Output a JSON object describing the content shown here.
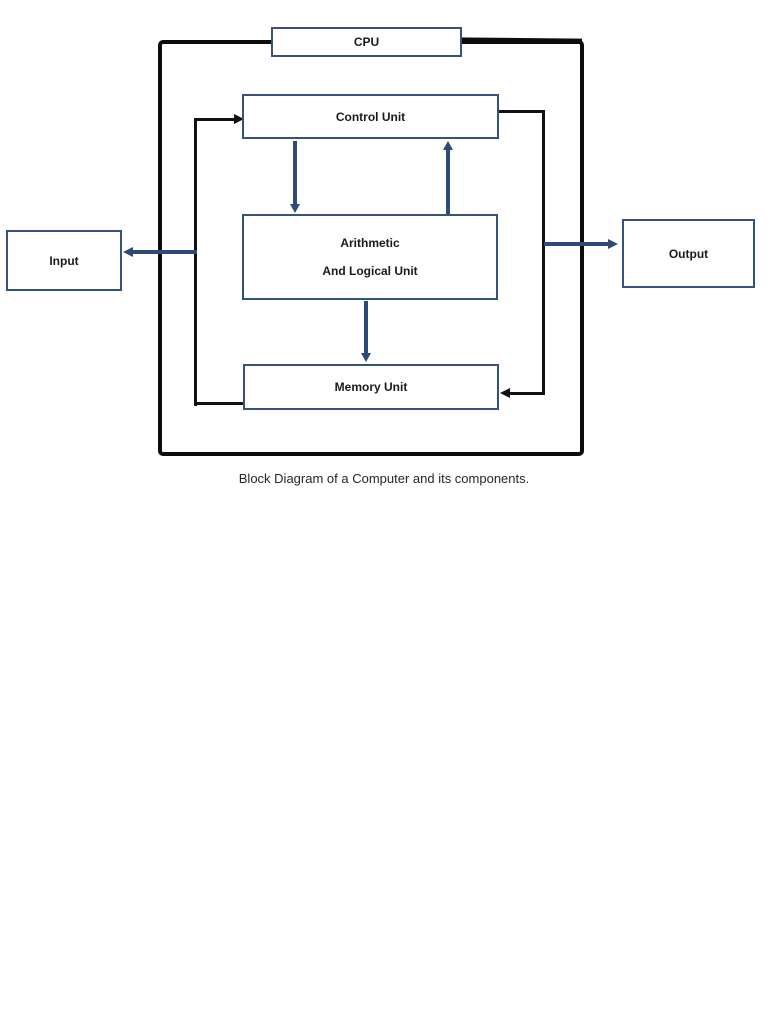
{
  "diagram": {
    "caption": "Block Diagram of a Computer and its components.",
    "colors": {
      "box_border": "#35517E",
      "arrow_blue": "#2E4A76",
      "line_black": "#111111",
      "background": "#FFFFFF"
    },
    "nodes": {
      "cpu": {
        "label": "CPU"
      },
      "control_unit": {
        "label": "Control Unit"
      },
      "alu": {
        "label_line1": "Arithmetic",
        "label_line2": "And Logical Unit"
      },
      "memory_unit": {
        "label": "Memory Unit"
      },
      "input": {
        "label": "Input"
      },
      "output": {
        "label": "Output"
      }
    },
    "edges": [
      {
        "from": "memory_unit",
        "to": "control_unit",
        "color": "black"
      },
      {
        "from": "control_unit",
        "to": "memory_unit",
        "color": "black"
      },
      {
        "from": "control_unit",
        "to": "alu",
        "color": "blue"
      },
      {
        "from": "alu",
        "to": "control_unit",
        "color": "blue"
      },
      {
        "from": "alu",
        "to": "memory_unit",
        "color": "blue"
      },
      {
        "from": "cpu_block",
        "to": "input",
        "color": "blue"
      },
      {
        "from": "cpu_block",
        "to": "output",
        "color": "blue"
      }
    ]
  }
}
